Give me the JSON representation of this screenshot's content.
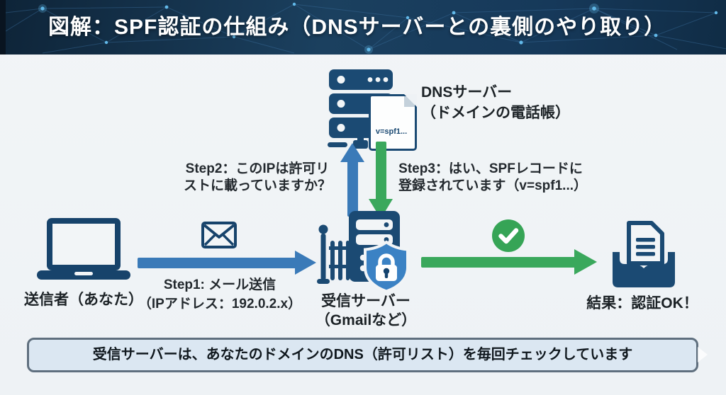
{
  "header": {
    "title": "図解：SPF認証の仕組み（DNSサーバーとの裏側のやり取り）"
  },
  "dns": {
    "label_line1": "DNSサーバー",
    "label_line2": "（ドメインの電話帳）",
    "record_text": "v=spf1..."
  },
  "steps": {
    "step1_line1": "Step1: メール送信",
    "step1_line2": "（IPアドレス：192.0.2.x）",
    "step2_line1": "Step2：このIPは許可リ",
    "step2_line2": "ストに載っていますか？",
    "step3_line1": "Step3：はい、SPFレコードに",
    "step3_line2": "登録されています（v=spf1...）"
  },
  "nodes": {
    "sender_label": "送信者（あなた）",
    "receiver_label_line1": "受信サーバー",
    "receiver_label_line2": "（Gmailなど）",
    "result_label": "結果：認証OK！"
  },
  "footer": {
    "note": "受信サーバーは、あなたのドメインのDNS（許可リスト）を毎回チェックしています"
  },
  "colors": {
    "header_bg": "#16395a",
    "icon_navy": "#1b4a73",
    "arrow_blue": "#3a7ab8",
    "arrow_green": "#3aa85c",
    "shield_blue": "#3b82c4",
    "note_bg": "#dbe7f2",
    "note_border": "#5f6f7e",
    "canvas_bg": "#f1f4f6"
  }
}
